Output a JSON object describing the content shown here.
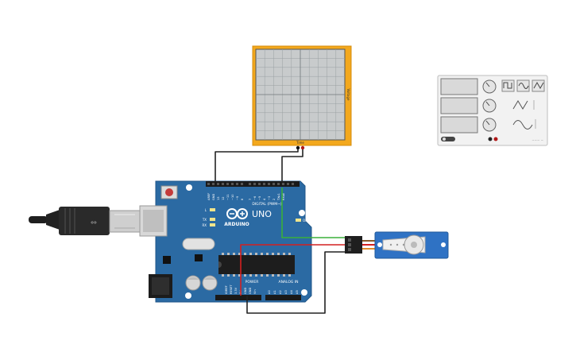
{
  "arduino": {
    "brand": "ARDUINO",
    "model": "UNO",
    "digital_header": "DIGITAL (PWM~)",
    "power_header": "POWER",
    "analog_header": "ANALOG IN",
    "on_label": "ON",
    "tx_label": "TX",
    "rx_label": "RX",
    "l_label": "L",
    "aref": "AREF",
    "gnd": "GND",
    "d13": "13",
    "d12": "12",
    "d11": "~11",
    "d10": "~10",
    "d9": "~9",
    "d8": "8",
    "d7": "7",
    "d6": "~6",
    "d5": "~5",
    "d4": "4",
    "d3": "~3",
    "d2": "2",
    "d1": "TX▸1",
    "d0": "RX◂0",
    "ioref": "IOREF",
    "reset": "RESET",
    "v33": "3.3V",
    "v5": "5V",
    "gnd1": "GND",
    "gnd2": "GND",
    "vin": "Vin",
    "a0": "A0",
    "a1": "A1",
    "a2": "A2",
    "a3": "A3",
    "a4": "A4",
    "a5": "A5"
  },
  "oscilloscope": {
    "axis_y": "Voltage",
    "axis_x": "Time"
  },
  "colors": {
    "board": "#2b6aa3",
    "osc_frame": "#f3a81d",
    "servo": "#2f72c4",
    "wire_red": "#d42020",
    "wire_green": "#3ab03a",
    "wire_black": "#222222"
  }
}
